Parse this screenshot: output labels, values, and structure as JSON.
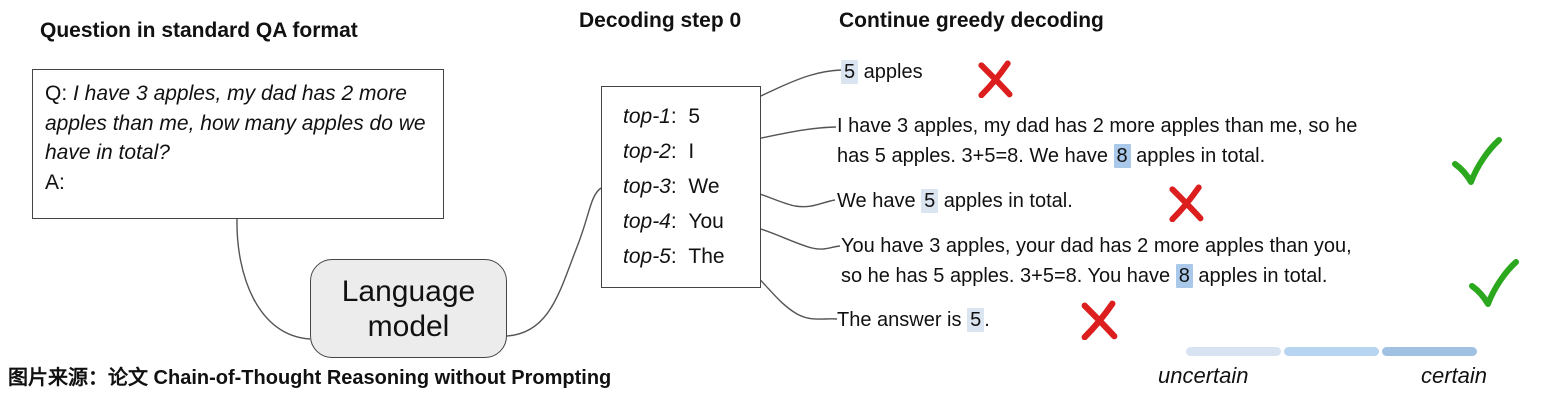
{
  "headings": {
    "left": "Question in standard QA format",
    "middle": "Decoding step 0",
    "right": "Continue greedy decoding"
  },
  "qa_box": {
    "q_label": "Q:",
    "question": "I have 3 apples, my dad has 2 more apples than me, how many apples do we have in total?",
    "a_label": "A:"
  },
  "language_model": {
    "label": "Language model"
  },
  "decoding_box": {
    "items": [
      {
        "rank_label": "top-1",
        "token": "5"
      },
      {
        "rank_label": "top-2",
        "token": "I"
      },
      {
        "rank_label": "top-3",
        "token": "We"
      },
      {
        "rank_label": "top-4",
        "token": "You"
      },
      {
        "rank_label": "top-5",
        "token": "The"
      }
    ]
  },
  "continuations": [
    {
      "lines": [
        [
          {
            "text": "5",
            "hl": "uncertain"
          },
          {
            "text": " apples"
          }
        ]
      ],
      "verdict": "incorrect"
    },
    {
      "lines": [
        [
          {
            "text": "I have 3 apples, my dad has 2 more apples than me, so he"
          }
        ],
        [
          {
            "text": "has 5 apples. 3+5=8. We have "
          },
          {
            "text": "8",
            "hl": "certain"
          },
          {
            "text": " apples in total."
          }
        ]
      ],
      "verdict": "correct"
    },
    {
      "lines": [
        [
          {
            "text": "We have "
          },
          {
            "text": "5",
            "hl": "uncertain"
          },
          {
            "text": " apples in total."
          }
        ]
      ],
      "verdict": "incorrect"
    },
    {
      "lines": [
        [
          {
            "text": "You have 3 apples, your dad has 2 more apples than you,"
          }
        ],
        [
          {
            "text": "so he has 5 apples. 3+5=8. You have "
          },
          {
            "text": "8",
            "hl": "certain"
          },
          {
            "text": " apples in total."
          }
        ]
      ],
      "verdict": "correct"
    },
    {
      "lines": [
        [
          {
            "text": "The answer is "
          },
          {
            "text": "5",
            "hl": "uncertain"
          },
          {
            "text": "."
          }
        ]
      ],
      "verdict": "incorrect"
    }
  ],
  "legend": {
    "label_left": "uncertain",
    "label_right": "certain",
    "segment_colors": [
      "#d8e3f2",
      "#b7d4f1",
      "#a1c1e3"
    ]
  },
  "caption": "图片来源：论文 Chain-of-Thought Reasoning without Prompting",
  "colors": {
    "highlight_uncertain": "#dbe4f1",
    "highlight_certain": "#a9c8ea",
    "cross": "#dc1e1e",
    "check": "#2ca81e",
    "lm_box_fill": "#ececec",
    "connector": "#555555"
  }
}
